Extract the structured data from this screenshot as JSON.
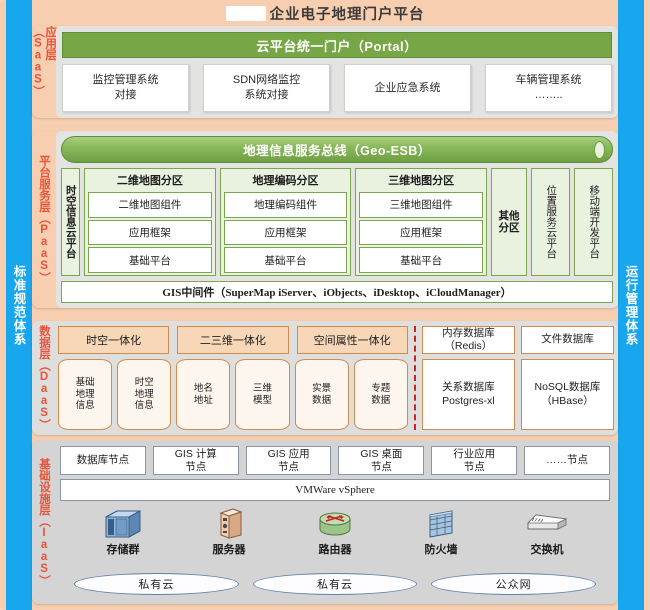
{
  "header": {
    "title": "企业电子地理门户平台",
    "redaction": "redacted-logo"
  },
  "rails": {
    "left": "标准规范体系",
    "right": "运行管理体系"
  },
  "layers": {
    "saas": {
      "label": "应用层（SaaS）",
      "portal": "云平台统一门户（Portal）",
      "apps": [
        "监控管理系统\n对接",
        "SDN网络监控\n系统对接",
        "企业应急系统",
        "车辆管理系统\n…….."
      ]
    },
    "paas": {
      "label": "平台服务层（PaaS）",
      "esb": "地理信息服务总线（Geo-ESB）",
      "vertical_label": "时空信息云平台",
      "zones": [
        {
          "title": "二维地图分区",
          "items": [
            "二维地图组件",
            "应用框架",
            "基础平台"
          ]
        },
        {
          "title": "地理编码分区",
          "items": [
            "地理编码组件",
            "应用框架",
            "基础平台"
          ]
        },
        {
          "title": "三维地图分区",
          "items": [
            "三维地图组件",
            "应用框架",
            "基础平台"
          ]
        }
      ],
      "other_zone": "其他\n分区",
      "extra_columns": [
        "位置服务云平台",
        "移动端开发平台"
      ],
      "middleware": "GIS中间件（SuperMap iServer、iObjects、iDesktop、iCloudManager）"
    },
    "daas": {
      "label": "数据层（DaaS）",
      "integrations": [
        "时空一体化",
        "二三维一体化",
        "空间属性一体化"
      ],
      "datasets": [
        "基础\n地理\n信息",
        "时空\n地理\n信息",
        "地名\n地址",
        "三维\n模型",
        "实景\n数据",
        "专题\n数据"
      ],
      "databases_top": [
        "内存数据库\n（Redis）",
        "文件数据库"
      ],
      "databases_bottom": [
        "关系数据库\nPostgres-xl",
        "NoSQL数据库\n（HBase）"
      ]
    },
    "iaas": {
      "label": "基础设施层（IaaS）",
      "nodes": [
        "数据库节点",
        "GIS 计算\n节点",
        "GIS 应用\n节点",
        "GIS 桌面\n节点",
        "行业应用\n节点",
        "……节点"
      ],
      "hypervisor": "VMWare vSphere",
      "hardware": [
        {
          "name": "存储群",
          "icon": "storage-cluster-icon"
        },
        {
          "name": "服务器",
          "icon": "server-icon"
        },
        {
          "name": "路由器",
          "icon": "router-icon"
        },
        {
          "name": "防火墙",
          "icon": "firewall-icon"
        },
        {
          "name": "交换机",
          "icon": "switch-icon"
        }
      ],
      "networks": [
        "私有云",
        "私有云",
        "公众网"
      ]
    }
  },
  "colors": {
    "background": "#f7cfb0",
    "rail": "#18a6ef",
    "portal_green": "#76a646",
    "esb_green": "#8cbb5f",
    "daas_orange": "#f8d7b8",
    "divider_red": "#d02020",
    "label_orange": "#e8533a"
  }
}
